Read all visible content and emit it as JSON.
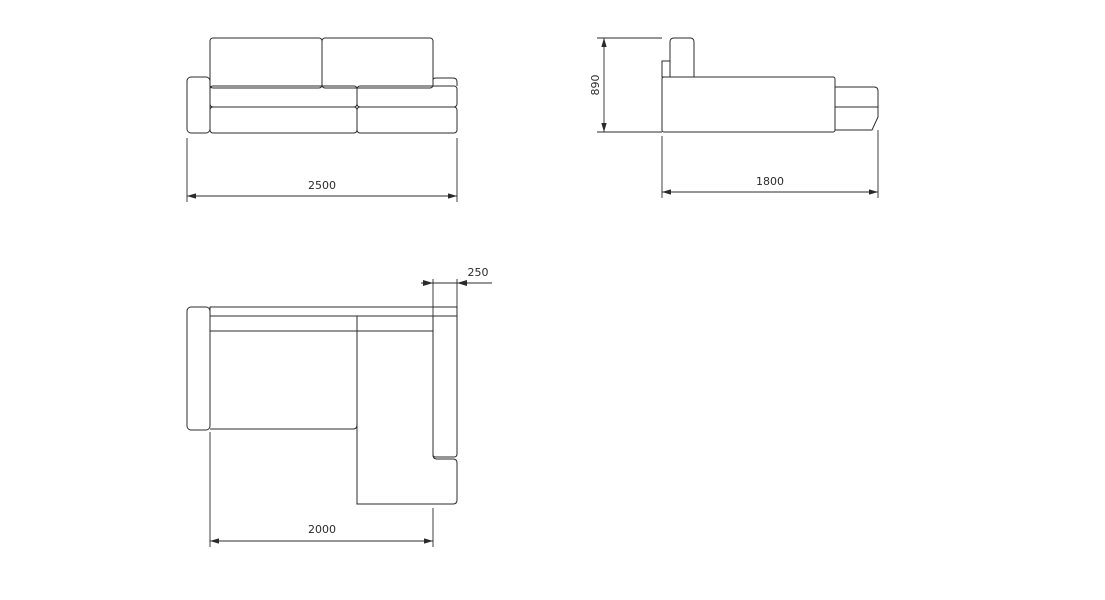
{
  "drawing": {
    "front_view": {
      "width_label": "2500"
    },
    "side_view": {
      "height_label": "890",
      "depth_label": "1800"
    },
    "top_view": {
      "width_label": "2000",
      "armrest_label": "250"
    }
  }
}
